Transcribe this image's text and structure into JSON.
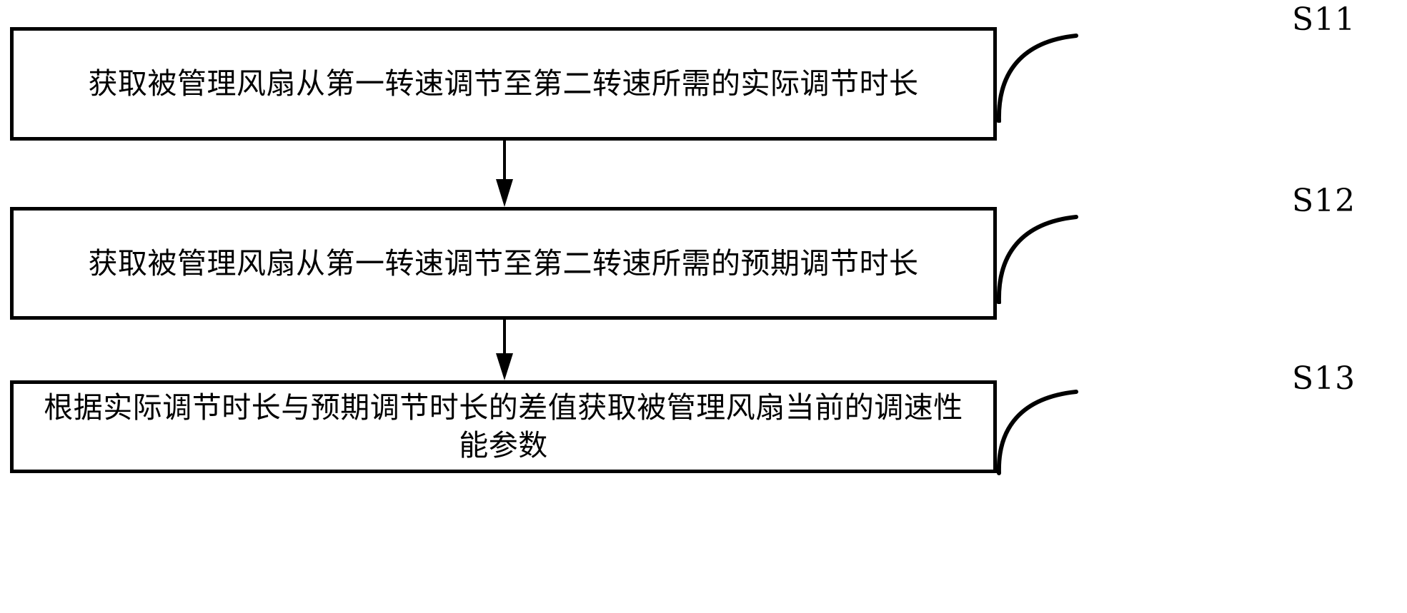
{
  "diagram": {
    "type": "flowchart",
    "orientation": "vertical",
    "background_color": "#ffffff",
    "line_color": "#000000",
    "steps": [
      {
        "id": "S11",
        "label": "S11",
        "text": "获取被管理风扇从第一转速调节至第二转速所需的实际调节时长"
      },
      {
        "id": "S12",
        "label": "S12",
        "text": "获取被管理风扇从第一转速调节至第二转速所需的预期调节时长"
      },
      {
        "id": "S13",
        "label": "S13",
        "text": "根据实际调节时长与预期调节时长的差值获取被管理风扇当前的调速性\n能参数"
      }
    ],
    "connectors": [
      {
        "from": "S11",
        "to": "S12",
        "arrow": "down-arrow"
      },
      {
        "from": "S12",
        "to": "S13",
        "arrow": "down-arrow"
      }
    ]
  }
}
